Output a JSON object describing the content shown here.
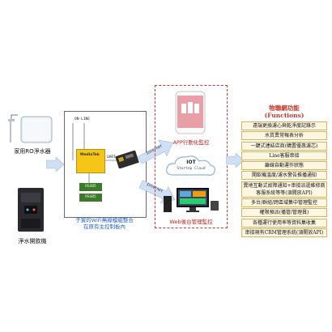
{
  "devices": {
    "ro_purifier_label": "家用RO淨水器",
    "water_dispenser_label": "淨水開飲機"
  },
  "controller": {
    "mcu_label": "ON-LINE",
    "module_label": "MediaTek",
    "board_label_a": "RS485",
    "board_label_b": "RS485",
    "uart_label": "UART",
    "caption": "子寅的WiFi無線模組整合\n在原有主控制板內"
  },
  "arrows": {
    "internet_top": "Internet",
    "internet_bottom": "Internet"
  },
  "cloud": {
    "app_caption": "APP行動化監控",
    "iot_label": "IOT",
    "cloud_label": "Startop Cloud",
    "web_caption": "Web後台管理監控"
  },
  "functions": {
    "title_line1": "物聯網功能",
    "title_line2": "(Functions)",
    "items": [
      "遠端更換濾心與乾淨度記錄示",
      "水質異常報表分析",
      "一鍵式連結店商(購置優惠濾芯)",
      "Line客服串接",
      "離線自動運作狀態",
      "開飲機溫度/濾水警告推播通知",
      "異地互動式故障通知+串接派遣維修商客服系統等等(須開放API)",
      "多台/群組/跨區域集中管理監控",
      "權限預派(播管/管理員)",
      "各種運行使用率等資料集收集",
      "串接現有CRM管理系統(須開放API)"
    ]
  },
  "colors": {
    "accent_yellow": "#f5c518",
    "board_green": "#3d7a2a",
    "arrow_fill": "#cfe0f4",
    "dashed_red": "#e03030",
    "func_border": "#d9b25a"
  }
}
